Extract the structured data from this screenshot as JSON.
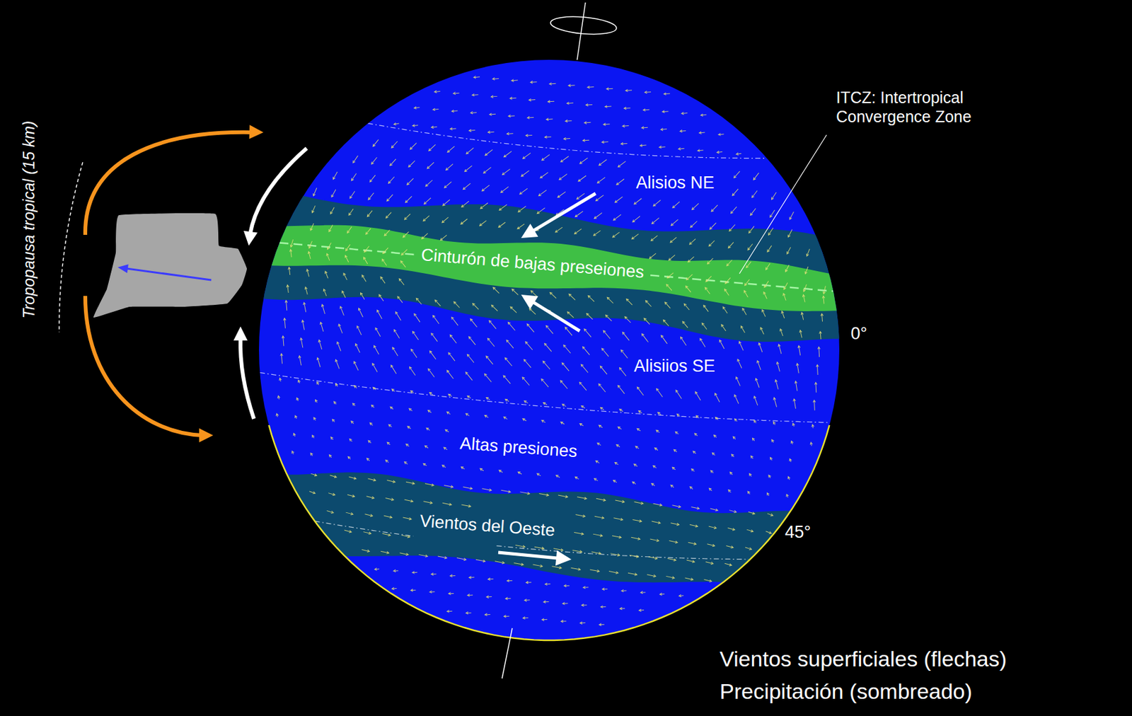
{
  "diagram": {
    "nodes": [
      {
        "text": [
          "Cinturón de bajas preseiones"
        ]
      },
      {
        "text": [
          "Vientos del Oeste"
        ]
      }
    ],
    "labels": [
      "Tropopausa tropical (15 km)",
      "Alisios NE",
      "Alisiios SE",
      "Altas presiones",
      "ITCZ: Intertropical Convergence Zone",
      "0°",
      "45°",
      "Vientos superficiales (flechas)",
      "Precipitación (sombreado)"
    ]
  }
}
